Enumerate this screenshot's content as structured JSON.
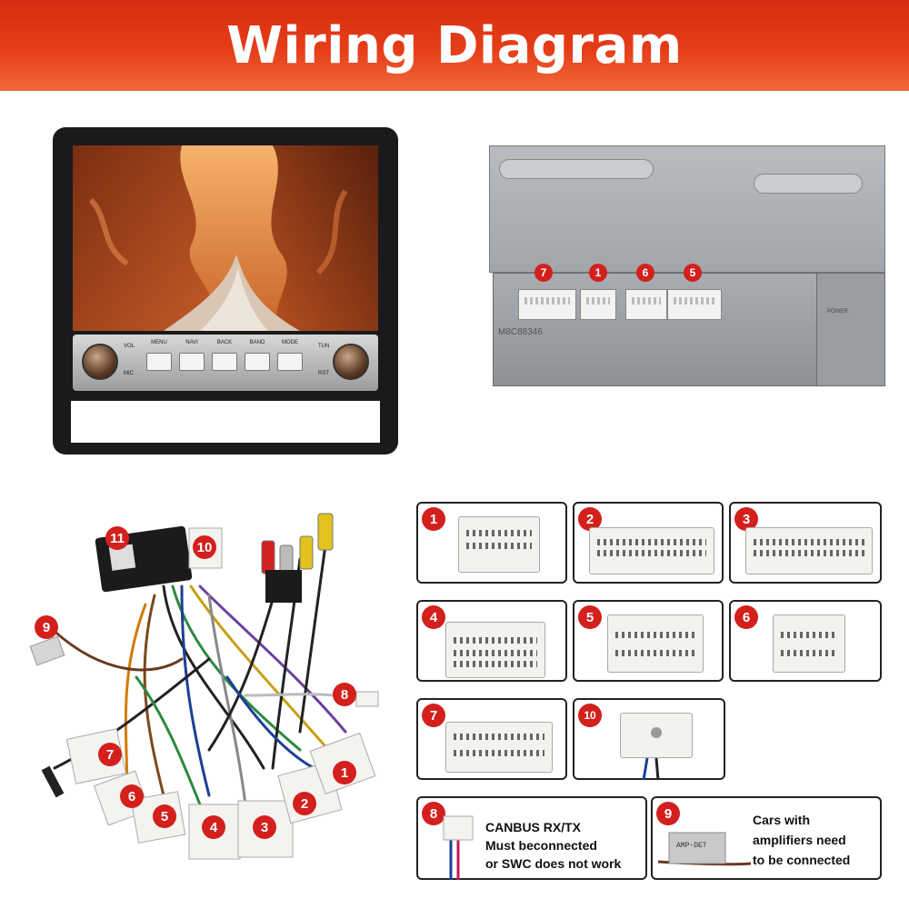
{
  "header": {
    "title": "Wiring Diagram"
  },
  "head_unit": {
    "buttons": [
      "MENU",
      "NAVI",
      "BACK",
      "BAND",
      "MODE"
    ],
    "left_labels": {
      "top": "VOL",
      "bottom": "MIC"
    },
    "right_labels": {
      "top": "TUN",
      "bottom": "RST"
    }
  },
  "chassis": {
    "ports": [
      "7",
      "1",
      "6",
      "5"
    ],
    "stamp": "M8C88346",
    "side_label": "POWER"
  },
  "harness": {
    "module_label": "11",
    "labels": [
      "10",
      "9",
      "8",
      "7",
      "6",
      "5",
      "4",
      "3",
      "2",
      "1"
    ]
  },
  "connectors": [
    {
      "num": "1"
    },
    {
      "num": "2"
    },
    {
      "num": "3"
    },
    {
      "num": "4"
    },
    {
      "num": "5"
    },
    {
      "num": "6"
    },
    {
      "num": "7"
    },
    {
      "num": "10"
    }
  ],
  "notes": {
    "eight": {
      "num": "8",
      "line1": "CANBUS RX/TX",
      "line2": "Must beconnected",
      "line3": "or SWC does not work"
    },
    "nine": {
      "num": "9",
      "tag": "AMP-DET",
      "line1": "Cars with",
      "line2": "amplifiers need",
      "line3": "to be connected"
    }
  },
  "colors": {
    "accent": "#d3201d",
    "banner": "#e63d18"
  }
}
